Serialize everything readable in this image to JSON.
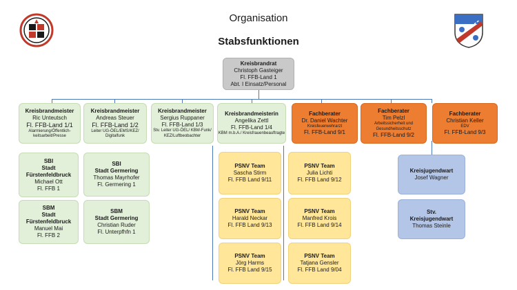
{
  "title": "Organisation",
  "subtitle": "Stabsfunktionen",
  "root": {
    "l1": "Kreisbrandrat",
    "l2": "Christoph Gasteiger",
    "l3": "Fl. FFB-Land 1",
    "l4": "Abt. I Einsatz/Personal"
  },
  "top": [
    {
      "l1": "Kreisbrandmeister",
      "l2": "Ric Unteutsch",
      "l3": "Fl. FFB-Land 1/1",
      "l4": "Alarmierung/Öffentlich-keitsarbeit/Presse"
    },
    {
      "l1": "Kreisbrandmeister",
      "l2": "Andreas Steuer",
      "l3": "Fl. FFB-Land 1/2",
      "l4": "Leiter UG-ÖEL/EMS/KEZ/ Digitalfunk"
    },
    {
      "l1": "Kreisbrandmeister",
      "l2": "Sergius Ruppaner",
      "l3": "Fl. FFB-Land 1/3",
      "l4": "Stv. Leiter UG-ÖEL/ KBM-Funk/ KEZ/Luftbeobachter"
    },
    {
      "l1": "Kreisbrandmeisterin",
      "l2": "Angelika Zettl",
      "l3": "Fl. FFB-Land 1/4",
      "l4": "KBM m.b.A./ Kreisfrauenbeauftragte"
    },
    {
      "l1": "Fachberater",
      "l2": "Dr. Daniel Wachter",
      "l3": "Kreisfeuerwehrarzt",
      "l4": "Fl. FFB-Land 9/1"
    },
    {
      "l1": "Fachberater",
      "l2": "Tim Pelzl",
      "l3": "Arbeitssicherheit und Gesundheitsschutz",
      "l4": "Fl. FFB-Land 9/2"
    },
    {
      "l1": "Fachberater",
      "l2": "Christian Keller",
      "l3": "EDV",
      "l4": "Fl. FFB-Land 9/3"
    }
  ],
  "sbi1": {
    "l1": "SBI",
    "l2": "Stadt",
    "l3": "Fürstenfeldbruck",
    "l4": "Michael Ott",
    "l5": "Fl. FFB 1"
  },
  "sbm1": {
    "l1": "SBM",
    "l2": "Stadt",
    "l3": "Fürstenfeldbruck",
    "l4": "Manuel Mai",
    "l5": "Fl. FFB 2"
  },
  "sbi2": {
    "l1": "SBI",
    "l2": "Stadt Germering",
    "l3": "Thomas Mayrhofer",
    "l4": "Fl. Germering 1"
  },
  "sbm2": {
    "l1": "SBM",
    "l2": "Stadt Germering",
    "l3": "Christian Ruder",
    "l4": "Fl. Unterpfhfn 1"
  },
  "psnv": [
    {
      "l1": "PSNV Team",
      "l2": "Sascha Stirm",
      "l3": "Fl. FFB Land 9/11"
    },
    {
      "l1": "PSNV Team",
      "l2": "Julia Lichti",
      "l3": "Fl. FFB Land 9/12"
    },
    {
      "l1": "PSNV Team",
      "l2": "Harald Neckar",
      "l3": "Fl. FFB Land 9/13"
    },
    {
      "l1": "PSNV Team",
      "l2": "Manfred Krois",
      "l3": "Fl. FFB Land 9/14"
    },
    {
      "l1": "PSNV Team",
      "l2": "Jörg Harms",
      "l3": "Fl. FFB Land 9/15"
    },
    {
      "l1": "PSNV Team",
      "l2": "Tatjana Gensler",
      "l3": "Fl. FFB Land 9/04"
    }
  ],
  "jugend1": {
    "l1": "Kreisjugendwart",
    "l2": "Josef Wagner"
  },
  "jugend2": {
    "l1": "Stv.",
    "l2": "Kreisjugendwart",
    "l3": "Thomas Steinle"
  }
}
